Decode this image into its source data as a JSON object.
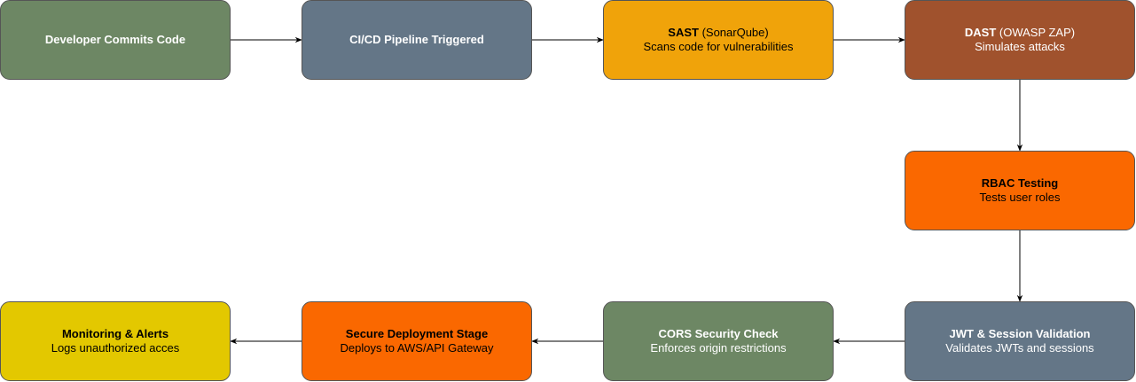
{
  "nodes": {
    "n1": {
      "bold": "Developer Commits Code",
      "rest": "",
      "desc": "",
      "color": "#6d8764"
    },
    "n2": {
      "bold": "CI/CD Pipeline Triggered",
      "rest": "",
      "desc": "",
      "color": "#647687"
    },
    "n3": {
      "bold": "SAST",
      "rest": " (SonarQube)",
      "desc": "Scans code for vulnerabilities",
      "color": "#f0a30a"
    },
    "n4": {
      "bold": "DAST",
      "rest": " (OWASP ZAP)",
      "desc": "Simulates attacks",
      "color": "#a0522d"
    },
    "n5": {
      "bold": "RBAC Testing",
      "rest": "",
      "desc": "Tests user roles",
      "color": "#fa6800"
    },
    "n6": {
      "bold": "JWT & Session Validation",
      "rest": "",
      "desc": "Validates JWTs and sessions",
      "color": "#647687"
    },
    "n7": {
      "bold": "CORS Security Check",
      "rest": "",
      "desc": "Enforces origin restrictions",
      "color": "#6d8764"
    },
    "n8": {
      "bold": "Secure Deployment Stage",
      "rest": "",
      "desc": "Deploys to AWS/API Gateway",
      "color": "#fa6800"
    },
    "n9": {
      "bold": "Monitoring & Alerts",
      "rest": "",
      "desc": "Logs unauthorized acces",
      "color": "#e3c800"
    }
  },
  "edges": [
    [
      "n1",
      "n2"
    ],
    [
      "n2",
      "n3"
    ],
    [
      "n3",
      "n4"
    ],
    [
      "n4",
      "n5"
    ],
    [
      "n5",
      "n6"
    ],
    [
      "n6",
      "n7"
    ],
    [
      "n7",
      "n8"
    ],
    [
      "n8",
      "n9"
    ]
  ]
}
